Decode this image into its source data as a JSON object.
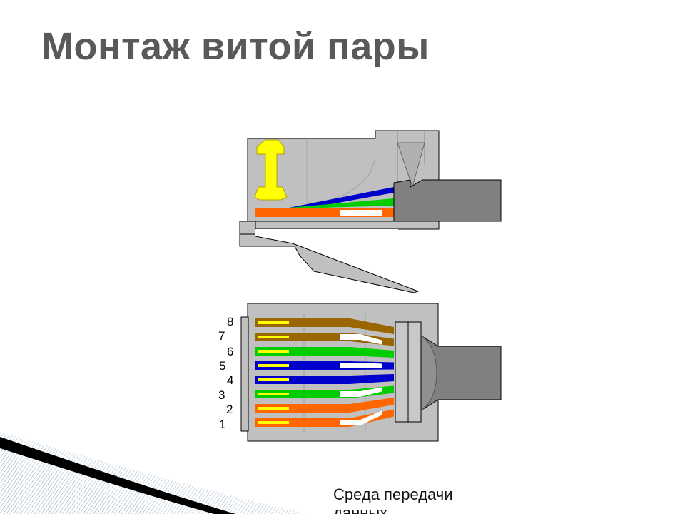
{
  "slide": {
    "title": "Монтаж витой пары",
    "caption": "Среда передачи данных"
  },
  "diagram": {
    "pin_numbers": [
      "8",
      "7",
      "6",
      "5",
      "4",
      "3",
      "2",
      "1"
    ],
    "wire_colors": {
      "orange": "#ff6600",
      "green": "#00cc00",
      "blue": "#0000cc",
      "brown": "#996600",
      "white": "#ffffff"
    },
    "pins_top_to_bottom": [
      {
        "pin": "8",
        "color": "brown",
        "striped": false
      },
      {
        "pin": "7",
        "color": "brown",
        "striped": true
      },
      {
        "pin": "6",
        "color": "green",
        "striped": false
      },
      {
        "pin": "5",
        "color": "blue",
        "striped": true
      },
      {
        "pin": "4",
        "color": "blue",
        "striped": false
      },
      {
        "pin": "3",
        "color": "green",
        "striped": true
      },
      {
        "pin": "2",
        "color": "orange",
        "striped": false
      },
      {
        "pin": "1",
        "color": "orange",
        "striped": true
      }
    ],
    "connector_color": "#c0c0c0",
    "cable_color": "#808080",
    "contact_color": "#ffff00"
  }
}
